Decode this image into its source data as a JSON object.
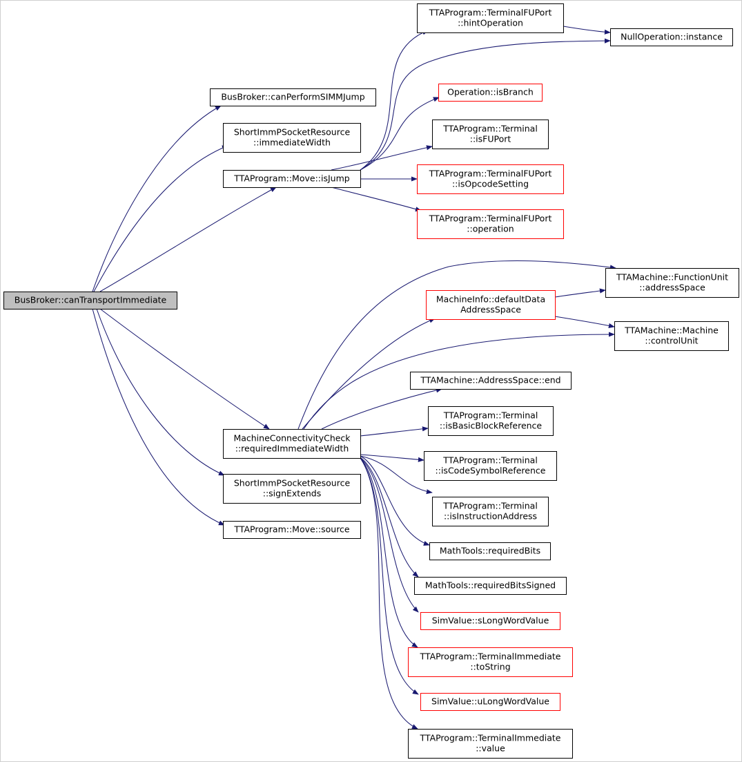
{
  "colors": {
    "edge": "#191970",
    "node_border": "#000000",
    "node_border_external": "#ff0000",
    "node_fill": "#ffffff",
    "root_fill": "#bfbfbf",
    "text": "#000000"
  },
  "nodes": [
    {
      "id": "root",
      "lines": [
        "BusBroker::canTransportImmediate"
      ],
      "kind": "root"
    },
    {
      "id": "canPerformSIMMJump",
      "lines": [
        "BusBroker::canPerformSIMMJump"
      ],
      "kind": "normal"
    },
    {
      "id": "immediateWidth",
      "lines": [
        "ShortImmPSocketResource",
        "::immediateWidth"
      ],
      "kind": "normal"
    },
    {
      "id": "isJump",
      "lines": [
        "TTAProgram::Move::isJump"
      ],
      "kind": "normal"
    },
    {
      "id": "requiredImmediateWidth",
      "lines": [
        "MachineConnectivityCheck",
        "::requiredImmediateWidth"
      ],
      "kind": "normal"
    },
    {
      "id": "signExtends",
      "lines": [
        "ShortImmPSocketResource",
        "::signExtends"
      ],
      "kind": "normal"
    },
    {
      "id": "source",
      "lines": [
        "TTAProgram::Move::source"
      ],
      "kind": "normal"
    },
    {
      "id": "hintOperation",
      "lines": [
        "TTAProgram::TerminalFUPort",
        "::hintOperation"
      ],
      "kind": "normal"
    },
    {
      "id": "nullInstance",
      "lines": [
        "NullOperation::instance"
      ],
      "kind": "normal"
    },
    {
      "id": "isBranch",
      "lines": [
        "Operation::isBranch"
      ],
      "kind": "external"
    },
    {
      "id": "isFUPort",
      "lines": [
        "TTAProgram::Terminal",
        "::isFUPort"
      ],
      "kind": "normal"
    },
    {
      "id": "isOpcodeSetting",
      "lines": [
        "TTAProgram::TerminalFUPort",
        "::isOpcodeSetting"
      ],
      "kind": "external"
    },
    {
      "id": "operation",
      "lines": [
        "TTAProgram::TerminalFUPort",
        "::operation"
      ],
      "kind": "external"
    },
    {
      "id": "fuAddressSpace",
      "lines": [
        "TTAMachine::FunctionUnit",
        "::addressSpace"
      ],
      "kind": "normal"
    },
    {
      "id": "defaultDataAddressSpace",
      "lines": [
        "MachineInfo::defaultData",
        "AddressSpace"
      ],
      "kind": "external"
    },
    {
      "id": "controlUnit",
      "lines": [
        "TTAMachine::Machine",
        "::controlUnit"
      ],
      "kind": "normal"
    },
    {
      "id": "asEnd",
      "lines": [
        "TTAMachine::AddressSpace::end"
      ],
      "kind": "normal"
    },
    {
      "id": "isBasicBlockReference",
      "lines": [
        "TTAProgram::Terminal",
        "::isBasicBlockReference"
      ],
      "kind": "normal"
    },
    {
      "id": "isCodeSymbolReference",
      "lines": [
        "TTAProgram::Terminal",
        "::isCodeSymbolReference"
      ],
      "kind": "normal"
    },
    {
      "id": "isInstructionAddress",
      "lines": [
        "TTAProgram::Terminal",
        "::isInstructionAddress"
      ],
      "kind": "normal"
    },
    {
      "id": "requiredBits",
      "lines": [
        "MathTools::requiredBits"
      ],
      "kind": "normal"
    },
    {
      "id": "requiredBitsSigned",
      "lines": [
        "MathTools::requiredBitsSigned"
      ],
      "kind": "normal"
    },
    {
      "id": "sLongWordValue",
      "lines": [
        "SimValue::sLongWordValue"
      ],
      "kind": "external"
    },
    {
      "id": "toString",
      "lines": [
        "TTAProgram::TerminalImmediate",
        "::toString"
      ],
      "kind": "external"
    },
    {
      "id": "uLongWordValue",
      "lines": [
        "SimValue::uLongWordValue"
      ],
      "kind": "external"
    },
    {
      "id": "immValue",
      "lines": [
        "TTAProgram::TerminalImmediate",
        "::value"
      ],
      "kind": "normal"
    }
  ],
  "edges": [
    {
      "from": "root",
      "to": "canPerformSIMMJump"
    },
    {
      "from": "root",
      "to": "immediateWidth"
    },
    {
      "from": "root",
      "to": "isJump"
    },
    {
      "from": "root",
      "to": "requiredImmediateWidth"
    },
    {
      "from": "root",
      "to": "signExtends"
    },
    {
      "from": "root",
      "to": "source"
    },
    {
      "from": "isJump",
      "to": "hintOperation"
    },
    {
      "from": "isJump",
      "to": "nullInstance"
    },
    {
      "from": "isJump",
      "to": "isBranch"
    },
    {
      "from": "isJump",
      "to": "isFUPort"
    },
    {
      "from": "isJump",
      "to": "isOpcodeSetting"
    },
    {
      "from": "isJump",
      "to": "operation"
    },
    {
      "from": "hintOperation",
      "to": "nullInstance"
    },
    {
      "from": "requiredImmediateWidth",
      "to": "fuAddressSpace"
    },
    {
      "from": "requiredImmediateWidth",
      "to": "defaultDataAddressSpace"
    },
    {
      "from": "requiredImmediateWidth",
      "to": "controlUnit"
    },
    {
      "from": "requiredImmediateWidth",
      "to": "asEnd"
    },
    {
      "from": "requiredImmediateWidth",
      "to": "isBasicBlockReference"
    },
    {
      "from": "requiredImmediateWidth",
      "to": "isCodeSymbolReference"
    },
    {
      "from": "requiredImmediateWidth",
      "to": "isInstructionAddress"
    },
    {
      "from": "requiredImmediateWidth",
      "to": "requiredBits"
    },
    {
      "from": "requiredImmediateWidth",
      "to": "requiredBitsSigned"
    },
    {
      "from": "requiredImmediateWidth",
      "to": "sLongWordValue"
    },
    {
      "from": "requiredImmediateWidth",
      "to": "toString"
    },
    {
      "from": "requiredImmediateWidth",
      "to": "uLongWordValue"
    },
    {
      "from": "requiredImmediateWidth",
      "to": "immValue"
    },
    {
      "from": "defaultDataAddressSpace",
      "to": "fuAddressSpace"
    },
    {
      "from": "defaultDataAddressSpace",
      "to": "controlUnit"
    }
  ]
}
